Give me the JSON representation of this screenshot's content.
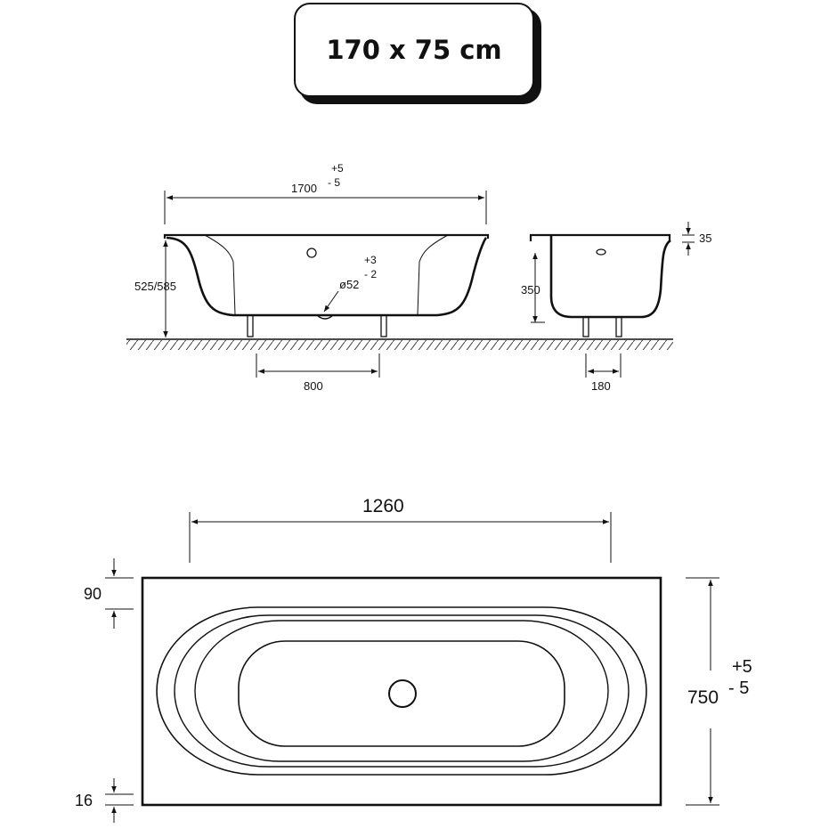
{
  "badge": {
    "label": "170 x 75 cm"
  },
  "side_view": {
    "length": "1700",
    "length_tol_plus": "+5",
    "length_tol_minus": "- 5",
    "height": "525/585",
    "drain_tol_plus": "+3",
    "drain_tol_minus": "- 2",
    "drain_diameter": "ø52",
    "feet_spacing": "800"
  },
  "end_view": {
    "rim": "35",
    "depth": "350",
    "feet_spacing": "180"
  },
  "top_view": {
    "inner_length": "1260",
    "rim_width": "90",
    "edge": "16",
    "width": "750",
    "width_tol_plus": "+5",
    "width_tol_minus": "- 5"
  },
  "colors": {
    "line": "#111111",
    "background": "#ffffff"
  }
}
